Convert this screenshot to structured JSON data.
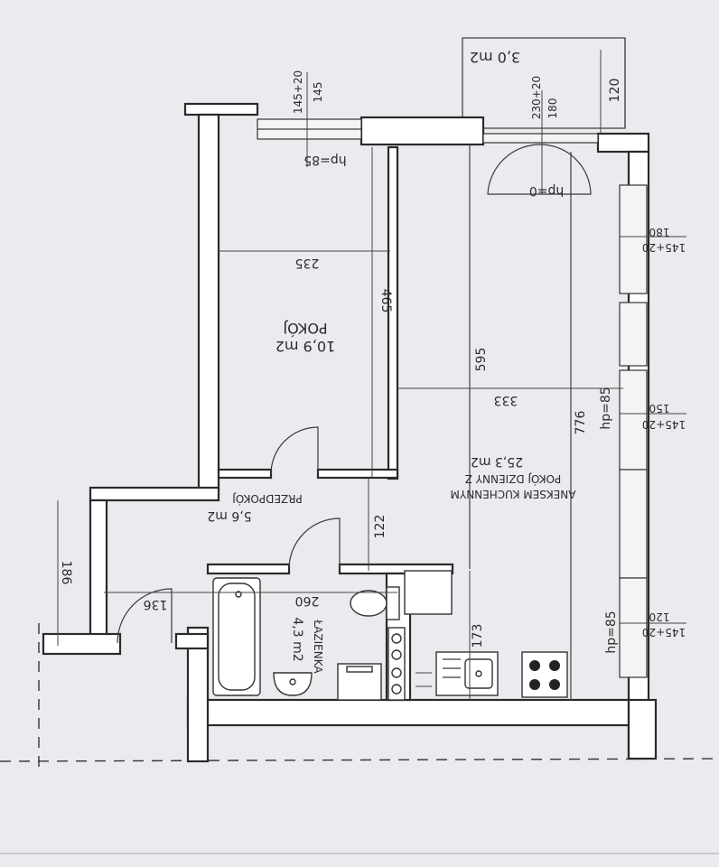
{
  "rooms": {
    "bedroom": {
      "name": "POKÓJ",
      "area": "10,9 m2"
    },
    "living": {
      "name_line1": "POKÓJ DZIENNY Z",
      "name_line2": "ANEKSEM KUCHENNYM",
      "area": "25,3 m2"
    },
    "hall": {
      "name": "PRZEDPOKÓJ",
      "area": "5,6 m2"
    },
    "bathroom": {
      "name": "ŁAZIENKA",
      "area": "4,3 m2"
    },
    "balcony": {
      "area": "3,0 m2"
    }
  },
  "dimensions": {
    "bedroom_width": "235",
    "bedroom_length": "465",
    "living_depth": "595",
    "living_width": "333",
    "living_total": "776",
    "hall_gap": "122",
    "bath_width": "260",
    "kitchen_depth": "173",
    "entry_depth": "186",
    "entry_door": "136",
    "balcony_depth": "120"
  },
  "windows": {
    "bedroom_top_a": "145",
    "bedroom_top_b": "145+20",
    "balcony_door_a": "180",
    "balcony_door_b": "230+20",
    "right_1_a": "180",
    "right_1_b": "145+20",
    "right_2_a": "150",
    "right_2_b": "145+20",
    "right_3_a": "120",
    "right_3_b": "145+20"
  },
  "sill_heights": {
    "bedroom": "hp=85",
    "balcony": "hp=0",
    "right_mid": "hp=85",
    "right_low": "hp=85"
  }
}
